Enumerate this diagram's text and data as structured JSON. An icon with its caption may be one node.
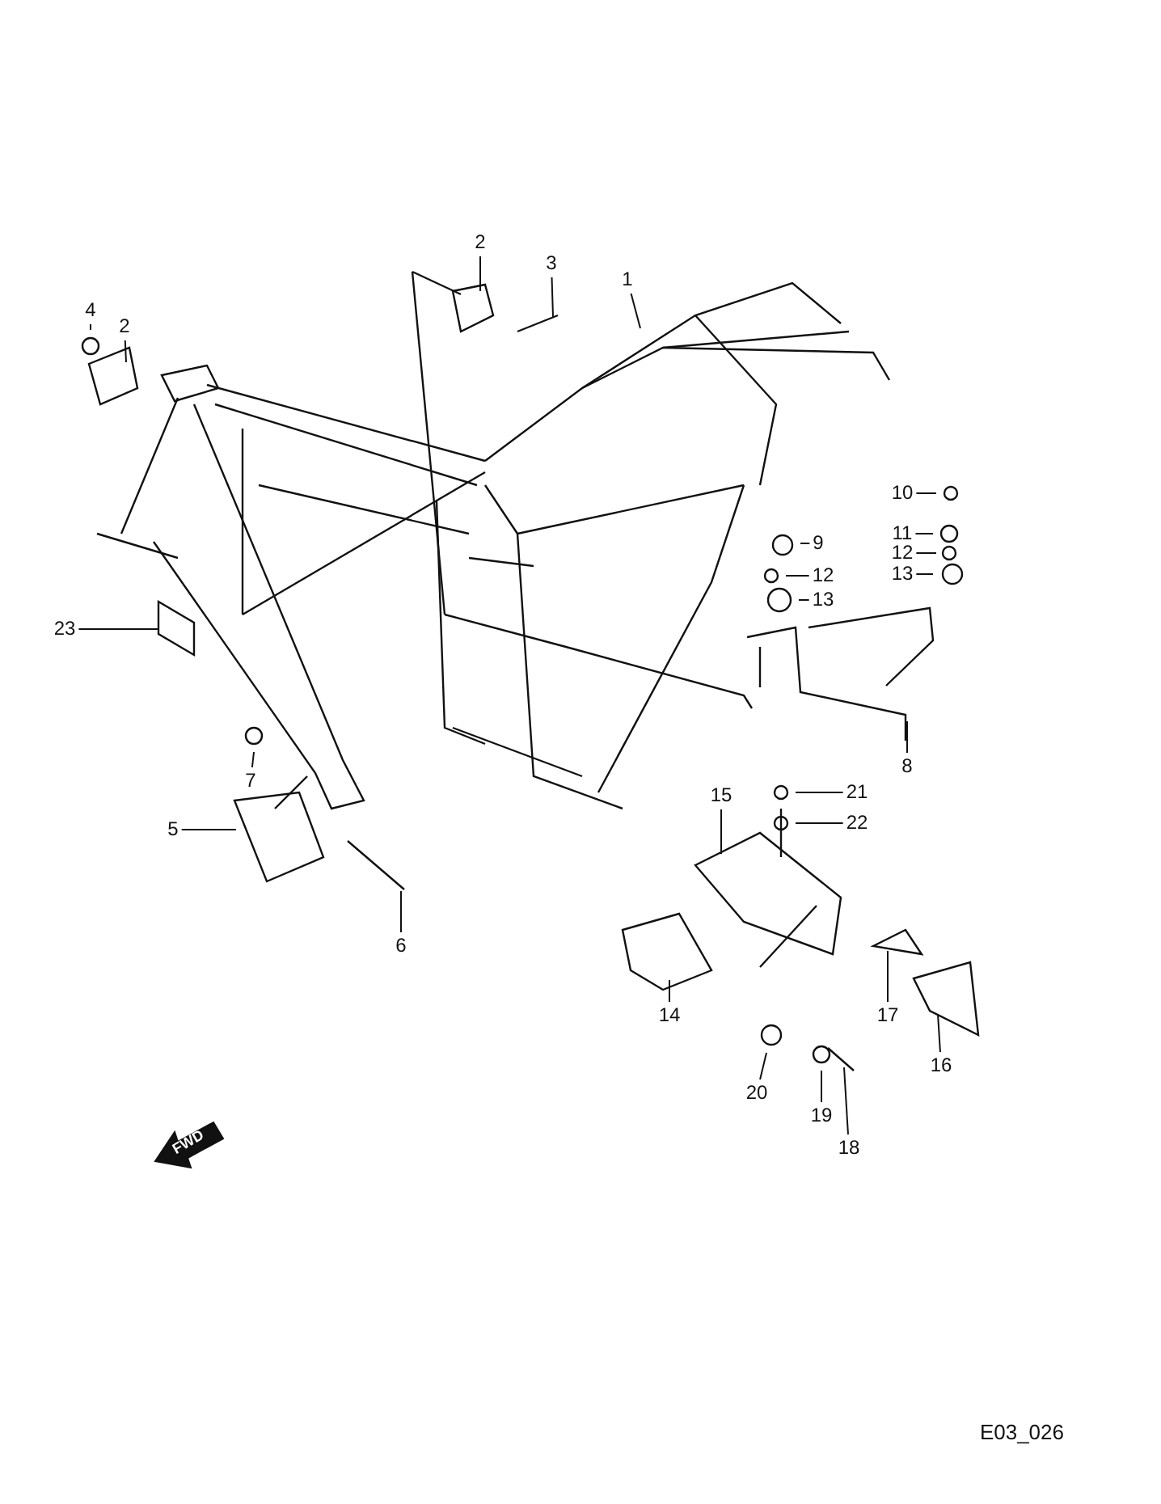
{
  "diagram": {
    "caption": "E03_026",
    "nodes": [
      {
        "text": [
          "2"
        ]
      },
      {
        "text": [
          "3"
        ]
      },
      {
        "text": [
          "1"
        ]
      },
      {
        "text": [
          "4"
        ]
      },
      {
        "text": [
          "2"
        ]
      },
      {
        "text": [
          "10"
        ]
      },
      {
        "text": [
          "9"
        ]
      },
      {
        "text": [
          "11"
        ]
      },
      {
        "text": [
          "12"
        ]
      },
      {
        "text": [
          "12"
        ]
      },
      {
        "text": [
          "13"
        ]
      },
      {
        "text": [
          "13"
        ]
      },
      {
        "text": [
          "23"
        ]
      },
      {
        "text": [
          "8"
        ]
      },
      {
        "text": [
          "7"
        ]
      },
      {
        "text": [
          "15"
        ]
      },
      {
        "text": [
          "21"
        ]
      },
      {
        "text": [
          "5"
        ]
      },
      {
        "text": [
          "22"
        ]
      },
      {
        "text": [
          "6"
        ]
      },
      {
        "text": [
          "14"
        ]
      },
      {
        "text": [
          "17"
        ]
      },
      {
        "text": [
          "16"
        ]
      },
      {
        "text": [
          "20"
        ]
      },
      {
        "text": [
          "19"
        ]
      },
      {
        "text": [
          "18"
        ]
      }
    ],
    "edges": [
      {
        "from": 0,
        "to": null,
        "arrow": "none"
      },
      {
        "from": 1,
        "to": null,
        "arrow": "none"
      },
      {
        "from": 2,
        "to": null,
        "arrow": "none"
      },
      {
        "from": 3,
        "to": null,
        "arrow": "none"
      },
      {
        "from": 4,
        "to": null,
        "arrow": "none"
      },
      {
        "from": 5,
        "to": null,
        "arrow": "none"
      },
      {
        "from": 6,
        "to": null,
        "arrow": "none"
      },
      {
        "from": 7,
        "to": null,
        "arrow": "none"
      },
      {
        "from": 8,
        "to": null,
        "arrow": "none"
      },
      {
        "from": 9,
        "to": null,
        "arrow": "none"
      },
      {
        "from": 10,
        "to": null,
        "arrow": "none"
      },
      {
        "from": 11,
        "to": null,
        "arrow": "none"
      },
      {
        "from": 12,
        "to": null,
        "arrow": "none"
      },
      {
        "from": 13,
        "to": null,
        "arrow": "none"
      },
      {
        "from": 14,
        "to": null,
        "arrow": "none"
      },
      {
        "from": 15,
        "to": null,
        "arrow": "none"
      },
      {
        "from": 16,
        "to": null,
        "arrow": "none"
      },
      {
        "from": 17,
        "to": null,
        "arrow": "none"
      },
      {
        "from": 18,
        "to": null,
        "arrow": "none"
      },
      {
        "from": 19,
        "to": null,
        "arrow": "none"
      },
      {
        "from": 20,
        "to": null,
        "arrow": "none"
      },
      {
        "from": 21,
        "to": null,
        "arrow": "none"
      },
      {
        "from": 22,
        "to": null,
        "arrow": "none"
      },
      {
        "from": 23,
        "to": null,
        "arrow": "none"
      },
      {
        "from": 24,
        "to": null,
        "arrow": "none"
      },
      {
        "from": 25,
        "to": null,
        "arrow": "none"
      }
    ],
    "labels": [
      "FWD"
    ]
  }
}
